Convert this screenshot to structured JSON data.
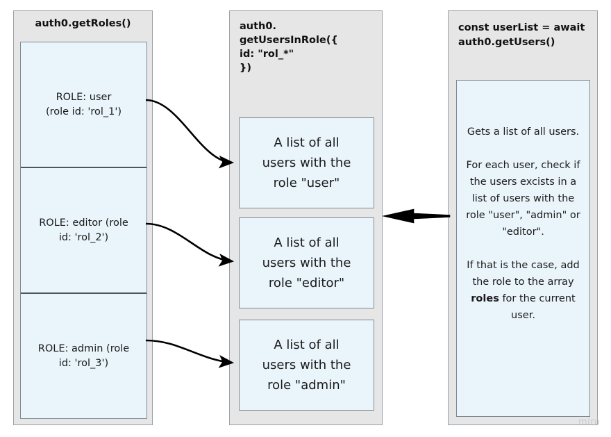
{
  "diagram": {
    "title_bar_color": "#e6e6e6",
    "note_fill_color": "#eaf4fb",
    "note_border_color": "#7e8a93",
    "arrow_color": "#000000",
    "watermark": "miro"
  },
  "columns": {
    "roles": {
      "title": "auth0.getRoles()",
      "cells": [
        {
          "label": "ROLE: user\n(role id: 'rol_1')",
          "role": "user",
          "role_id": "rol_1"
        },
        {
          "label": "ROLE: editor (role\nid: 'rol_2')",
          "role": "editor",
          "role_id": "rol_2"
        },
        {
          "label": "ROLE: admin (role\nid: 'rol_3')",
          "role": "admin",
          "role_id": "rol_3"
        }
      ]
    },
    "users_in_role": {
      "title": "auth0.\n  getUsersInRole({\n     id: \"rol_*\"\n})",
      "boxes": [
        {
          "label": "A list of all\nusers with the\nrole \"user\"",
          "role": "user"
        },
        {
          "label": "A list of all\nusers with the\nrole \"editor\"",
          "role": "editor"
        },
        {
          "label": "A list of all\nusers with the\nrole \"admin\"",
          "role": "admin"
        }
      ]
    },
    "get_users": {
      "title": "const userList = await\nauth0.getUsers()",
      "note": {
        "para1": "Gets a list of all users.",
        "para2": "For each user, check if the users excists in a list of users with the role \"user\", \"admin\" or \"editor\".",
        "para3_before": "If that is the case, add the role to the array ",
        "para3_bold": "roles",
        "para3_after": " for the current user."
      }
    }
  },
  "arrows": [
    {
      "name": "role-user-to-list-user",
      "from": "ROLE: user",
      "to": "A list of all users with the role \"user\"",
      "style": "thin-curved"
    },
    {
      "name": "role-editor-to-list-editor",
      "from": "ROLE: editor",
      "to": "A list of all users with the role \"editor\"",
      "style": "thin-curved"
    },
    {
      "name": "role-admin-to-list-admin",
      "from": "ROLE: admin",
      "to": "A list of all users with the role \"admin\"",
      "style": "thin-curved"
    },
    {
      "name": "getusers-to-usersinrole",
      "from": "const userList = await auth0.getUsers()",
      "to": "auth0.getUsersInRole({ id: \"rol_*\" })",
      "style": "thick-straight"
    }
  ]
}
